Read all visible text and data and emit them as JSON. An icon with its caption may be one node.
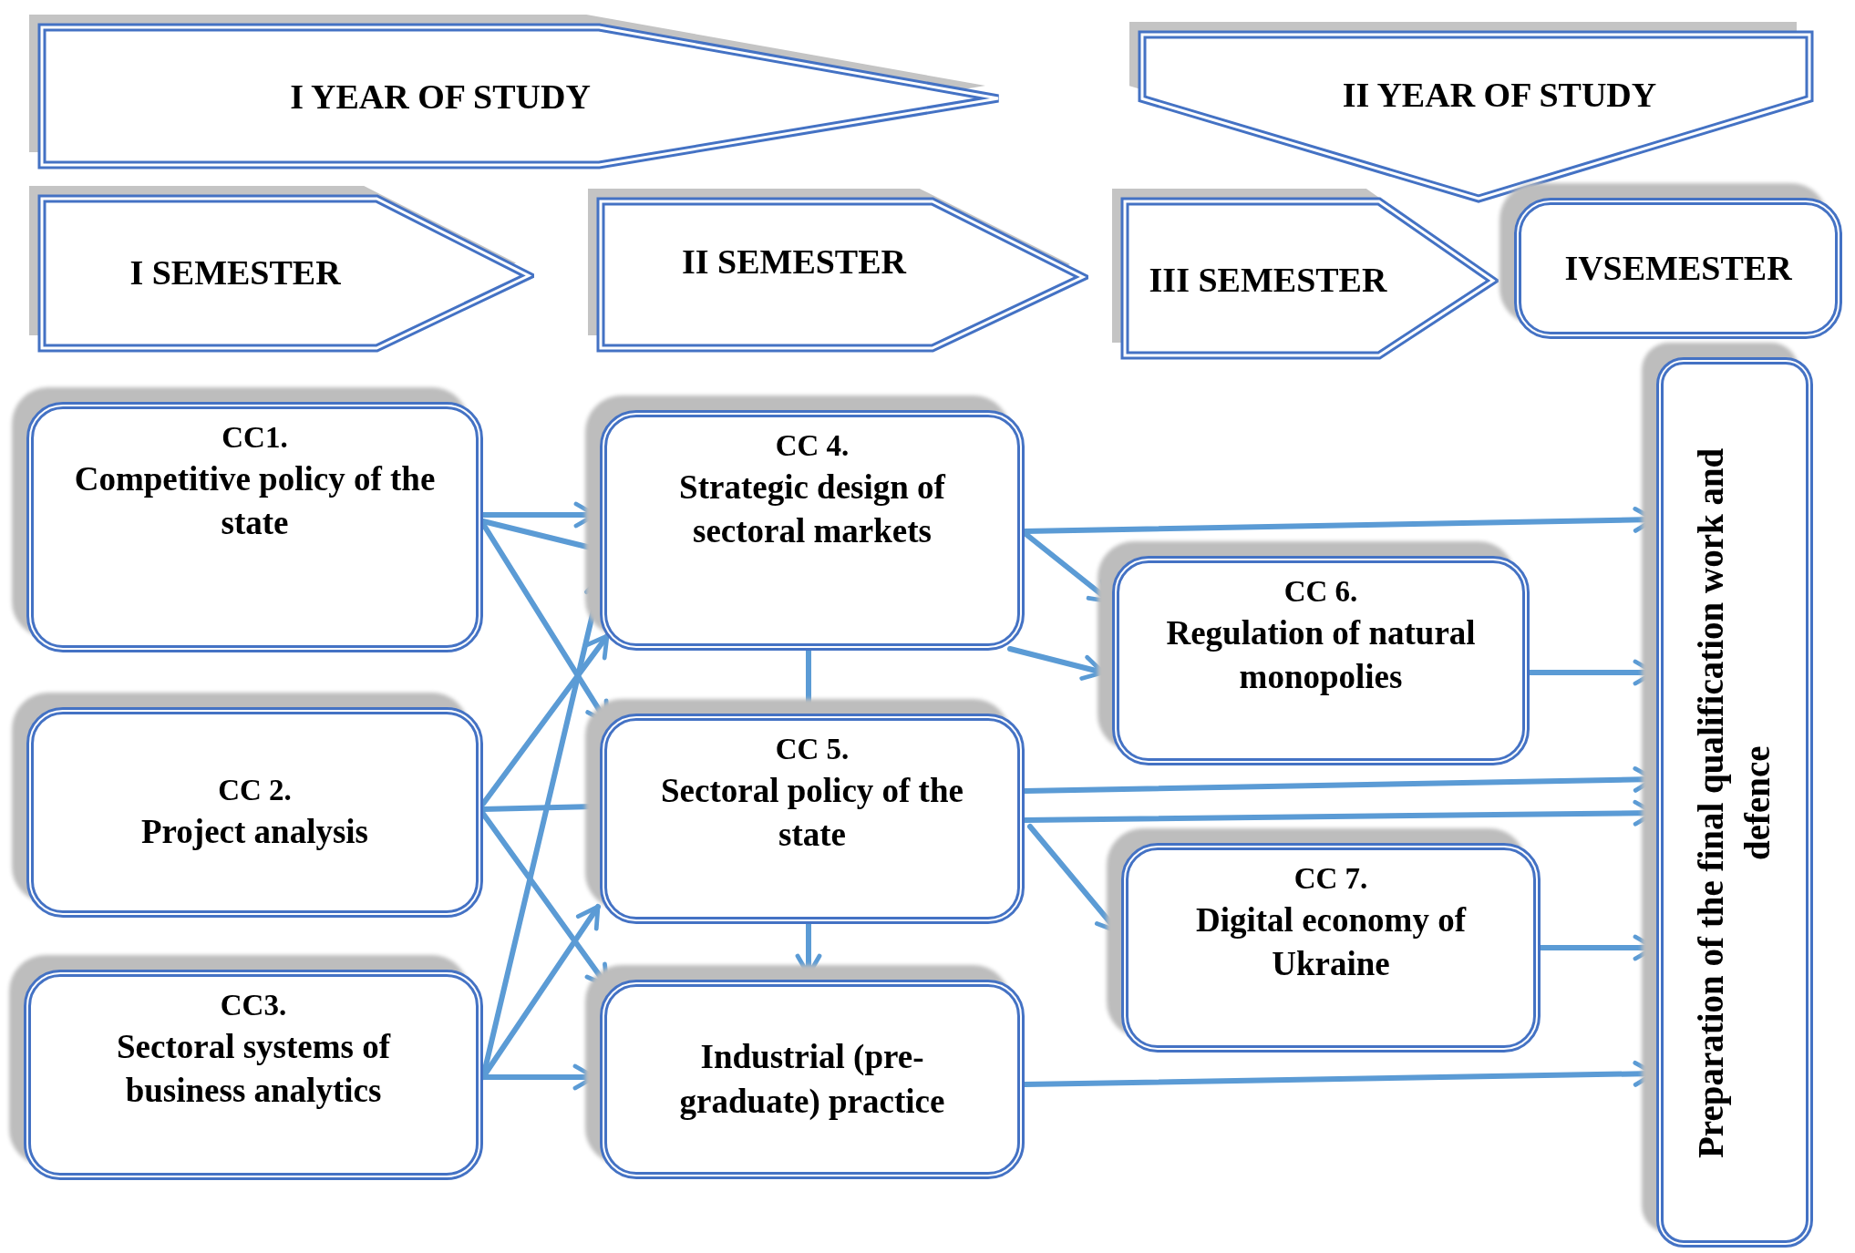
{
  "diagram": {
    "nodes": [
      {
        "text": [
          "I YEAR OF STUDY"
        ]
      },
      {
        "text": [
          "II YEAR OF STUDY"
        ]
      },
      {
        "text": [
          "I SEMESTER"
        ]
      },
      {
        "text": [
          "II SEMESTER"
        ]
      },
      {
        "text": [
          "III SEMESTER"
        ]
      },
      {
        "text": [
          "IVSEMESTER"
        ]
      },
      {
        "text": [
          "CC1.",
          "Competitive policy of the state"
        ]
      },
      {
        "text": [
          "CC 2.",
          "Project analysis"
        ]
      },
      {
        "text": [
          "CC3.",
          "Sectoral systems of business analytics"
        ]
      },
      {
        "text": [
          "CC 4.",
          "Strategic design of sectoral markets"
        ]
      },
      {
        "text": [
          "CC 5.",
          "Sectoral policy of the state"
        ]
      },
      {
        "text": [
          "Industrial (pre-graduate) practice"
        ]
      },
      {
        "text": [
          "CC 6.",
          "Regulation of natural monopolies"
        ]
      },
      {
        "text": [
          "CC 7.",
          "Digital economy of Ukraine"
        ]
      },
      {
        "text": [
          "Preparation of the final qualification work and defence"
        ]
      }
    ],
    "edges": [
      {
        "from": 6,
        "to": 9,
        "arrow": "to"
      },
      {
        "from": 6,
        "to": 9,
        "arrow": "none"
      },
      {
        "from": 6,
        "to": 10,
        "arrow": "to"
      },
      {
        "from": 7,
        "to": 9,
        "arrow": "to"
      },
      {
        "from": 7,
        "to": 10,
        "arrow": "none"
      },
      {
        "from": 7,
        "to": 11,
        "arrow": "to"
      },
      {
        "from": 8,
        "to": 9,
        "arrow": "to"
      },
      {
        "from": 8,
        "to": 10,
        "arrow": "to"
      },
      {
        "from": 8,
        "to": 11,
        "arrow": "to"
      },
      {
        "from": 9,
        "to": 10,
        "arrow": "none"
      },
      {
        "from": 10,
        "to": 11,
        "arrow": "to"
      },
      {
        "from": 9,
        "to": 14,
        "arrow": "to"
      },
      {
        "from": 9,
        "to": 12,
        "arrow": "to"
      },
      {
        "from": 9,
        "to": 12,
        "arrow": "to"
      },
      {
        "from": 12,
        "to": 14,
        "arrow": "to"
      },
      {
        "from": 10,
        "to": 14,
        "arrow": "to"
      },
      {
        "from": 10,
        "to": 14,
        "arrow": "to"
      },
      {
        "from": 10,
        "to": 13,
        "arrow": "to"
      },
      {
        "from": 13,
        "to": 14,
        "arrow": "to"
      },
      {
        "from": 11,
        "to": 14,
        "arrow": "to"
      }
    ]
  }
}
